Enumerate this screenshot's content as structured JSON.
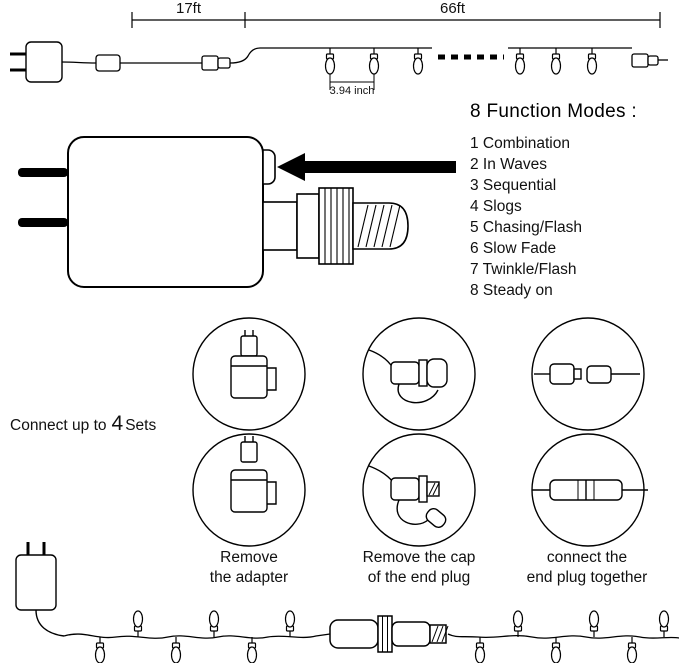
{
  "top_diagram": {
    "lead_length": "17ft",
    "string_length": "66ft",
    "bulb_spacing": "3.94 inch"
  },
  "function_modes": {
    "title": "8 Function Modes :",
    "items": [
      "1 Combination",
      "2 In Waves",
      "3 Sequential",
      "4 Slogs",
      "5 Chasing/Flash",
      "6 Slow Fade",
      "7 Twinkle/Flash",
      "8 Steady on"
    ]
  },
  "connect_note": {
    "prefix": "Connect up to",
    "count": "4",
    "suffix": "Sets"
  },
  "steps": [
    {
      "line1": "Remove",
      "line2": "the adapter"
    },
    {
      "line1": "Remove the cap",
      "line2": "of the end plug"
    },
    {
      "line1": "connect the",
      "line2": "end plug together"
    }
  ],
  "colors": {
    "ink": "#000000",
    "background": "#ffffff"
  }
}
